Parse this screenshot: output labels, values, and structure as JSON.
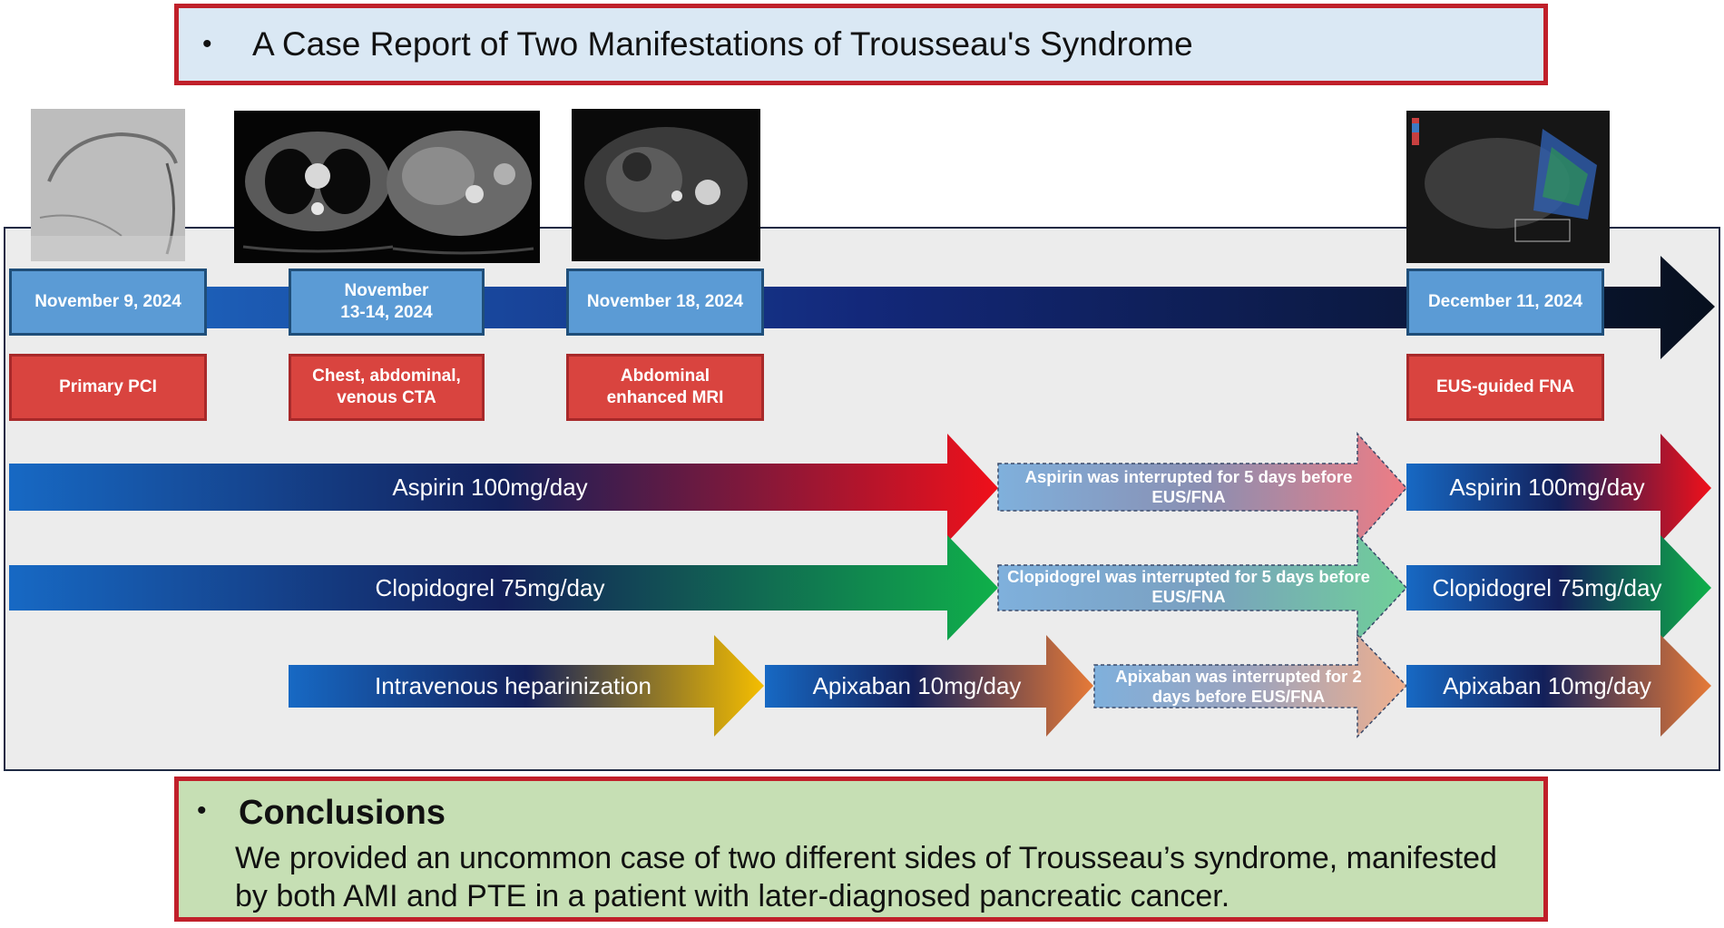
{
  "title": {
    "bullet": "•",
    "text": "A Case Report of Two Manifestations of Trousseau's Syndrome"
  },
  "timeline": {
    "dates": [
      {
        "label": "November 9, 2024"
      },
      {
        "label": "November\n13-14, 2024"
      },
      {
        "label": "November 18, 2024"
      },
      {
        "label": "December 11, 2024"
      }
    ],
    "events": [
      {
        "label": "Primary PCI"
      },
      {
        "label": "Chest, abdominal,\nvenous CTA"
      },
      {
        "label": "Abdominal\nenhanced MRI"
      },
      {
        "label": "EUS-guided FNA"
      }
    ]
  },
  "medications": {
    "aspirin": {
      "main": "Aspirin 100mg/day",
      "interrupted": "Aspirin was interrupted for 5 days before EUS/FNA",
      "resumed": "Aspirin 100mg/day"
    },
    "clopidogrel": {
      "main": "Clopidogrel 75mg/day",
      "interrupted": "Clopidogrel  was interrupted for 5 days before EUS/FNA",
      "resumed": "Clopidogrel 75mg/day"
    },
    "anticoag": {
      "heparin": "Intravenous heparinization",
      "apixaban": "Apixaban 10mg/day",
      "interrupted": "Apixaban was interrupted for 2 days before EUS/FNA",
      "resumed": "Apixaban 10mg/day"
    }
  },
  "colors": {
    "blue": "#1769c4",
    "navy": "#13205a",
    "red": "#e8101a",
    "green": "#10a84a",
    "gold": "#f0b800",
    "orange": "#e27a3a",
    "date_fill": "#5b9bd5",
    "event_fill": "#d9443f",
    "title_fill": "#dae8f4",
    "conclusion_fill": "#c6dfb4",
    "border_red": "#c0202a"
  },
  "conclusions": {
    "bullet": "•",
    "heading": "Conclusions",
    "text": "We provided an uncommon case of two different sides of Trousseau’s syndrome, manifested by both AMI and PTE in a patient with later-diagnosed pancreatic cancer."
  }
}
